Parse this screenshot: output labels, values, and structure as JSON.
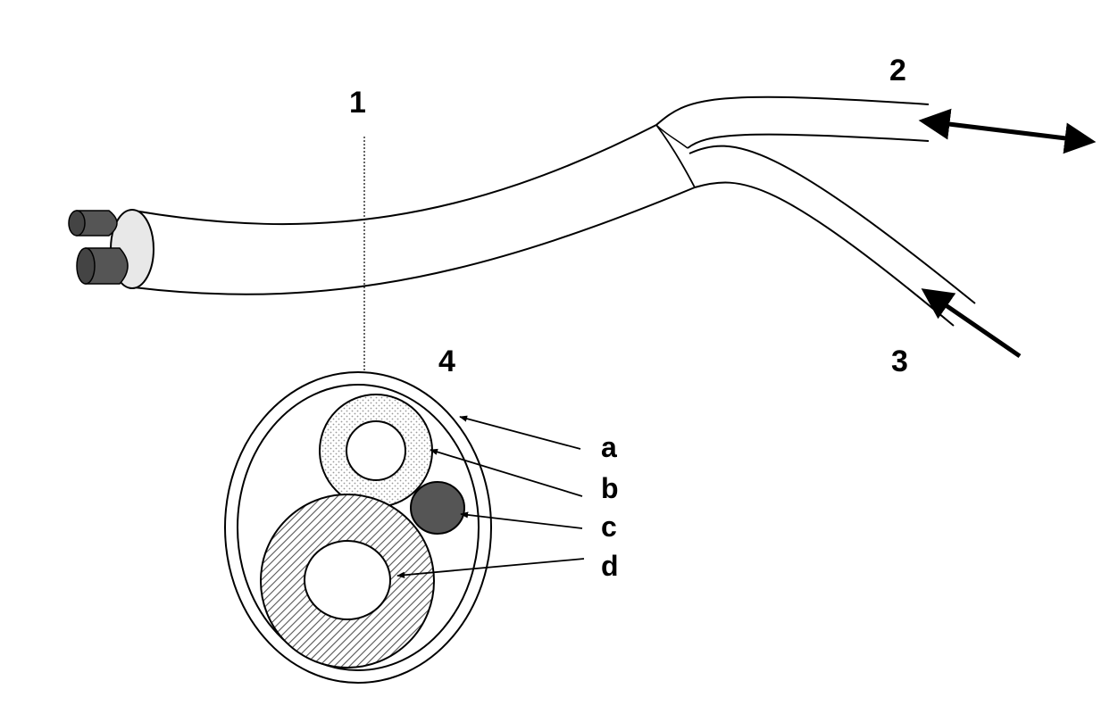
{
  "labels": {
    "n1": "1",
    "n2": "2",
    "n3": "3",
    "n4": "4",
    "a": "a",
    "b": "b",
    "c": "c",
    "d": "d"
  },
  "colors": {
    "line": "#000000",
    "background": "#ffffff",
    "cable_fill": "#ffffff",
    "fiber_end": "#555555",
    "cap_fill": "#e6e6e6",
    "ring_b_dots": "#bbbbbb",
    "core_c": "#555555",
    "ring_d_hatch": "#666666"
  }
}
